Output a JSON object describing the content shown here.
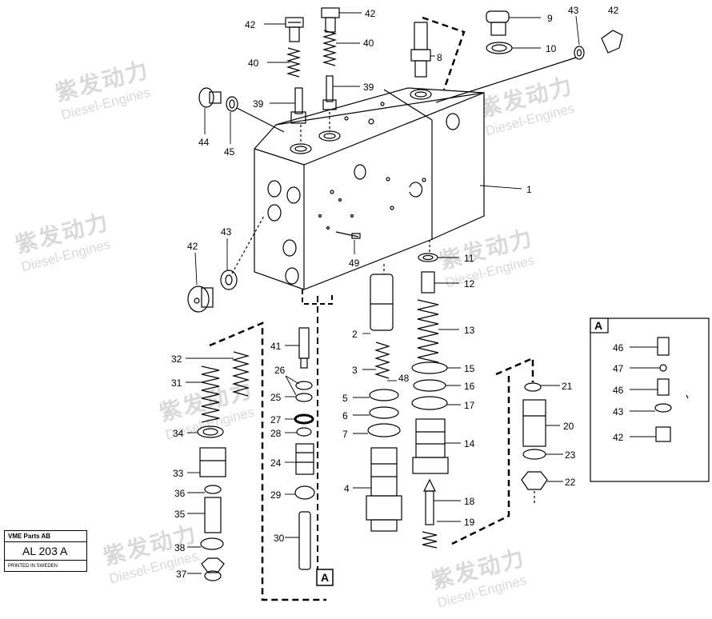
{
  "labels": [
    {
      "text": "42"
    },
    {
      "text": "42"
    },
    {
      "text": "40"
    },
    {
      "text": "40"
    },
    {
      "text": "39"
    },
    {
      "text": "39"
    },
    {
      "text": "44"
    },
    {
      "text": "45"
    },
    {
      "text": "8"
    },
    {
      "text": "9"
    },
    {
      "text": "10"
    },
    {
      "text": "43"
    },
    {
      "text": "42"
    },
    {
      "text": "1"
    },
    {
      "text": "42"
    },
    {
      "text": "43"
    },
    {
      "text": "49"
    },
    {
      "text": "11"
    },
    {
      "text": "12"
    },
    {
      "text": "13"
    },
    {
      "text": "2"
    },
    {
      "text": "3"
    },
    {
      "text": "48"
    },
    {
      "text": "5"
    },
    {
      "text": "6"
    },
    {
      "text": "7"
    },
    {
      "text": "4"
    },
    {
      "text": "15"
    },
    {
      "text": "16"
    },
    {
      "text": "17"
    },
    {
      "text": "14"
    },
    {
      "text": "18"
    },
    {
      "text": "19"
    },
    {
      "text": "41"
    },
    {
      "text": "26"
    },
    {
      "text": "25"
    },
    {
      "text": "27"
    },
    {
      "text": "28"
    },
    {
      "text": "24"
    },
    {
      "text": "29"
    },
    {
      "text": "30"
    },
    {
      "text": "32"
    },
    {
      "text": "31"
    },
    {
      "text": "34"
    },
    {
      "text": "33"
    },
    {
      "text": "36"
    },
    {
      "text": "35"
    },
    {
      "text": "38"
    },
    {
      "text": "37"
    },
    {
      "text": "21"
    },
    {
      "text": "20"
    },
    {
      "text": "23"
    },
    {
      "text": "22"
    },
    {
      "text": "46"
    },
    {
      "text": "47"
    },
    {
      "text": "46"
    },
    {
      "text": "43"
    },
    {
      "text": "42"
    }
  ],
  "detail_box": {
    "letter": "A"
  },
  "section_marker": {
    "letter": "A"
  },
  "stamp": {
    "company": "VME Parts AB",
    "code": "AL 203 A",
    "printed": "PRINTED IN SWEDEN"
  },
  "watermark": {
    "cn": "紫发动力",
    "en": "Diesel-Engines"
  }
}
